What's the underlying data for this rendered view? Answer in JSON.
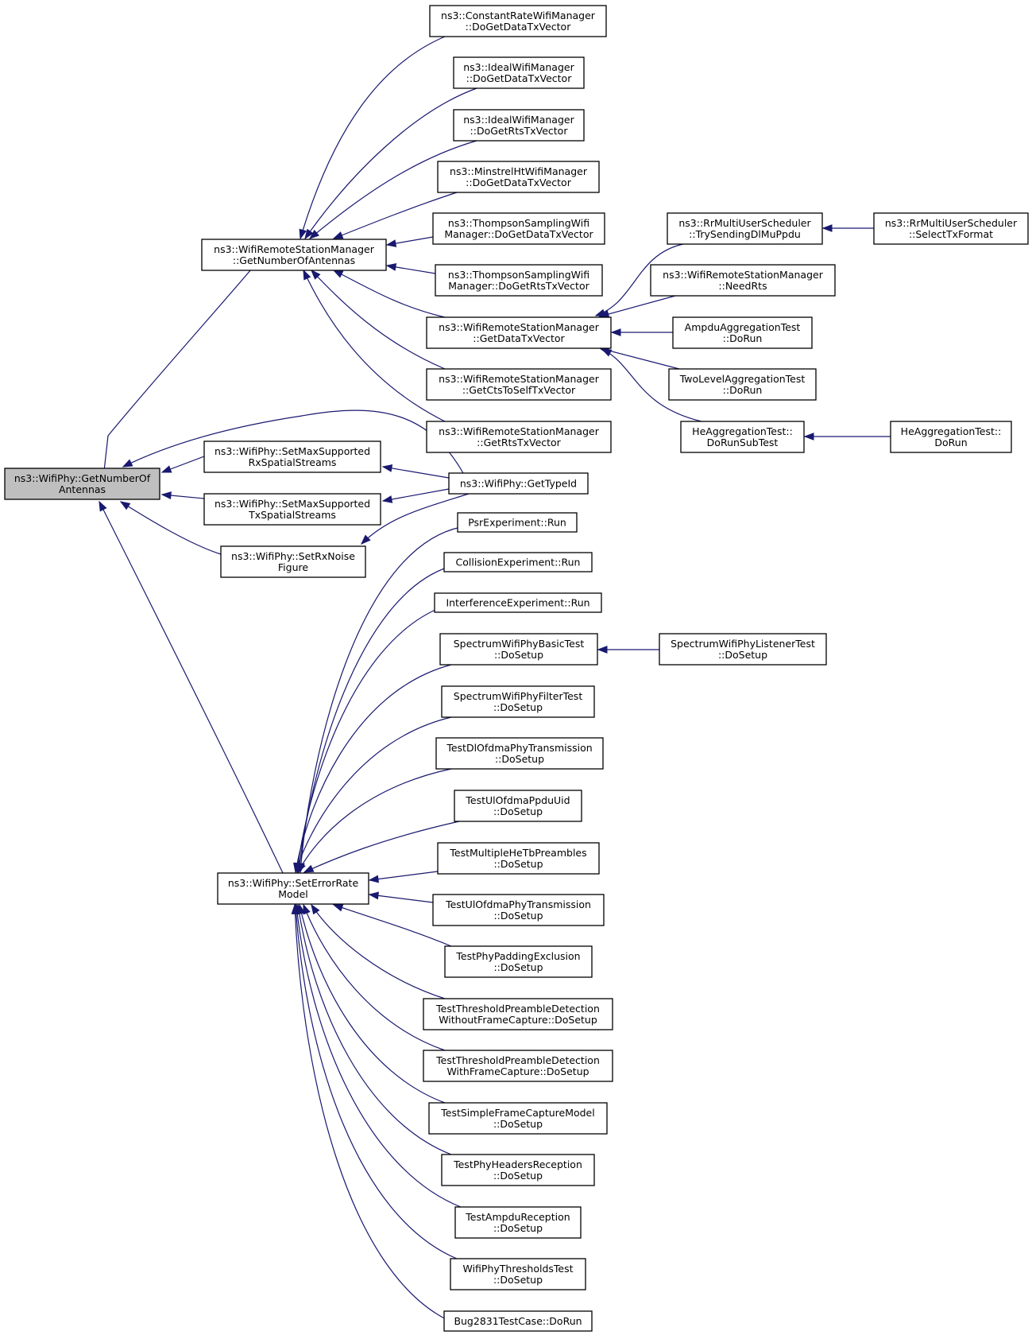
{
  "nodes": {
    "root": [
      "ns3::WifiPhy::GetNumberOf",
      "Antennas"
    ],
    "rsm_gna": [
      "ns3::WifiRemoteStationManager",
      "::GetNumberOfAntennas"
    ],
    "set_rx_ss": [
      "ns3::WifiPhy::SetMaxSupported",
      "RxSpatialStreams"
    ],
    "set_tx_ss": [
      "ns3::WifiPhy::SetMaxSupported",
      "TxSpatialStreams"
    ],
    "set_rx_noise": [
      "ns3::WifiPhy::SetRxNoise",
      "Figure"
    ],
    "set_err": [
      "ns3::WifiPhy::SetErrorRate",
      "Model"
    ],
    "crwm": [
      "ns3::ConstantRateWifiManager",
      "::DoGetDataTxVector"
    ],
    "iwm_data": [
      "ns3::IdealWifiManager",
      "::DoGetDataTxVector"
    ],
    "iwm_rts": [
      "ns3::IdealWifiManager",
      "::DoGetRtsTxVector"
    ],
    "mht": [
      "ns3::MinstrelHtWifiManager",
      "::DoGetDataTxVector"
    ],
    "tsw_data": [
      "ns3::ThompsonSamplingWifi",
      "Manager::DoGetDataTxVector"
    ],
    "tsw_rts": [
      "ns3::ThompsonSamplingWifi",
      "Manager::DoGetRtsTxVector"
    ],
    "rsm_data": [
      "ns3::WifiRemoteStationManager",
      "::GetDataTxVector"
    ],
    "rsm_cts": [
      "ns3::WifiRemoteStationManager",
      "::GetCtsToSelfTxVector"
    ],
    "rsm_rts": [
      "ns3::WifiRemoteStationManager",
      "::GetRtsTxVector"
    ],
    "gettypeid": [
      "ns3::WifiPhy::GetTypeId"
    ],
    "rr_try": [
      "ns3::RrMultiUserScheduler",
      "::TrySendingDlMuPpdu"
    ],
    "rr_sel": [
      "ns3::RrMultiUserScheduler",
      "::SelectTxFormat"
    ],
    "rsm_needrts": [
      "ns3::WifiRemoteStationManager",
      "::NeedRts"
    ],
    "ampdu_test": [
      "AmpduAggregationTest",
      "::DoRun"
    ],
    "twolevel": [
      "TwoLevelAggregationTest",
      "::DoRun"
    ],
    "heagg_sub": [
      "HeAggregationTest::",
      "DoRunSubTest"
    ],
    "heagg_run": [
      "HeAggregationTest::",
      "DoRun"
    ],
    "psr": [
      "PsrExperiment::Run"
    ],
    "collision": [
      "CollisionExperiment::Run"
    ],
    "interference": [
      "InterferenceExperiment::Run"
    ],
    "swp_basic": [
      "SpectrumWifiPhyBasicTest",
      "::DoSetup"
    ],
    "swp_listener": [
      "SpectrumWifiPhyListenerTest",
      "::DoSetup"
    ],
    "swp_filter": [
      "SpectrumWifiPhyFilterTest",
      "::DoSetup"
    ],
    "dl_ofdma": [
      "TestDlOfdmaPhyTransmission",
      "::DoSetup"
    ],
    "ul_ppdu": [
      "TestUlOfdmaPpduUid",
      "::DoSetup"
    ],
    "multi_hetb": [
      "TestMultipleHeTbPreambles",
      "::DoSetup"
    ],
    "ul_ofdma": [
      "TestUlOfdmaPhyTransmission",
      "::DoSetup"
    ],
    "padding": [
      "TestPhyPaddingExclusion",
      "::DoSetup"
    ],
    "thr_without": [
      "TestThresholdPreambleDetection",
      "WithoutFrameCapture::DoSetup"
    ],
    "thr_with": [
      "TestThresholdPreambleDetection",
      "WithFrameCapture::DoSetup"
    ],
    "simple_fc": [
      "TestSimpleFrameCaptureModel",
      "::DoSetup"
    ],
    "headers": [
      "TestPhyHeadersReception",
      "::DoSetup"
    ],
    "ampdu_rx": [
      "TestAmpduReception",
      "::DoSetup"
    ],
    "thresholds": [
      "WifiPhyThresholdsTest",
      "::DoSetup"
    ],
    "bug2831": [
      "Bug2831TestCase::DoRun"
    ]
  }
}
